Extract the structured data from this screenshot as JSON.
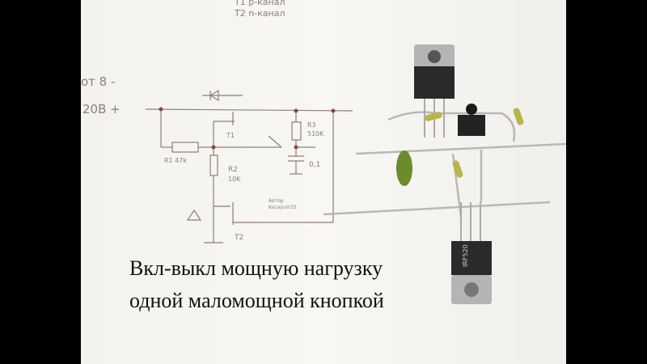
{
  "caption": {
    "line1": "Вкл-выкл мощную нагрузку",
    "line2": "одной маломощной кнопкой"
  },
  "schematic": {
    "legend_t1": "T1   p-канал",
    "legend_t2": "T2   n-канал",
    "supply_line1": "от 8 -",
    "supply_line2": "20В +",
    "r1": "R1 47k",
    "r2": "R2",
    "r2_value": "10K",
    "r3": "R3",
    "r3_value": "510K",
    "c1": "0,1",
    "t1": "T1",
    "t2": "T2",
    "author_line1": "Автор",
    "author_line2": "Kocayuin33"
  },
  "components": {
    "top_transistor_marking": "",
    "bottom_transistor_marking": "IRF520"
  },
  "colors": {
    "bars": "#000000",
    "paper": "#f6f5f1",
    "ink": "#7d716c",
    "resistor": "#b9b54a",
    "capacitor": "#6b8c2a"
  }
}
